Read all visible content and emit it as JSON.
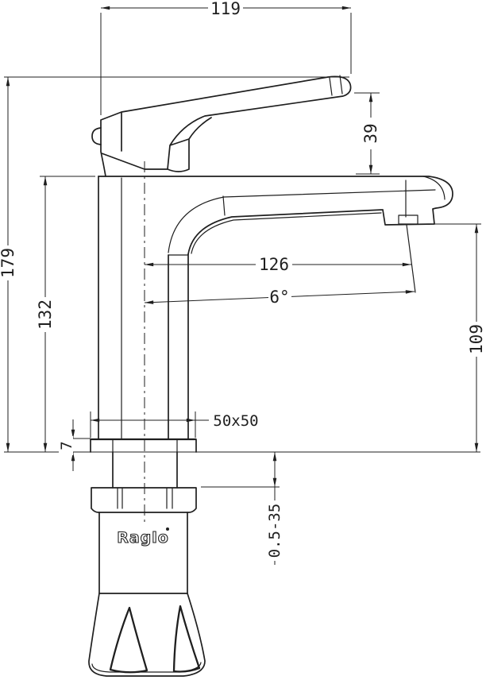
{
  "drawing": {
    "brand": {
      "name": "Raglo"
    },
    "dimensions": {
      "width_top": "119",
      "handle_height": "39",
      "total_height": "179",
      "body_height": "132",
      "spout_reach": "126",
      "spout_angle": "6°",
      "spout_height": "109",
      "base_plate": "50x50",
      "plate_thickness": "7",
      "mounting_thickness_range": "0.5-35"
    },
    "colors": {
      "line": "#1f1f1f",
      "background": "#ffffff"
    }
  }
}
